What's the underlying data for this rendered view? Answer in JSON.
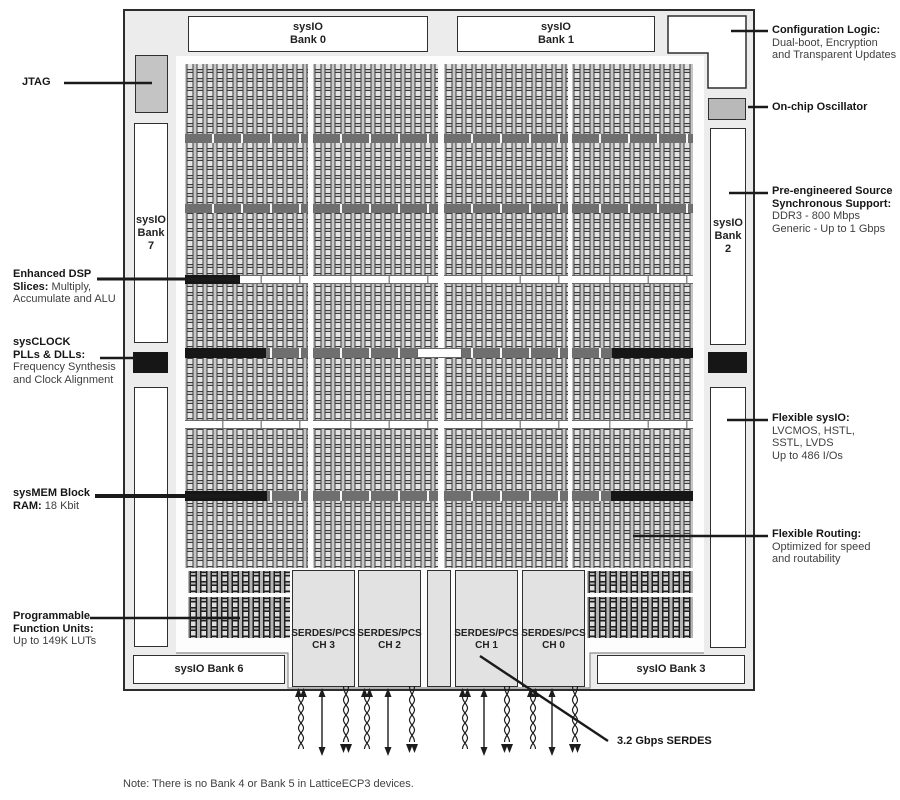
{
  "banks": {
    "bank0": {
      "l1": "sysIO",
      "l2": "Bank 0"
    },
    "bank1": {
      "l1": "sysIO",
      "l2": "Bank 1"
    },
    "bank7": {
      "l1": "sysIO",
      "l2": "Bank",
      "l3": "7"
    },
    "bank2": {
      "l1": "sysIO",
      "l2": "Bank",
      "l3": "2"
    },
    "bank6": {
      "label": "sysIO Bank 6"
    },
    "bank3": {
      "label": "sysIO Bank 3"
    }
  },
  "serdes": {
    "channels": [
      {
        "l1": "SERDES/PCS",
        "l2": "CH 3"
      },
      {
        "l1": "SERDES/PCS",
        "l2": "CH 2"
      },
      {
        "l1": "SERDES/PCS",
        "l2": "CH 1"
      },
      {
        "l1": "SERDES/PCS",
        "l2": "CH 0"
      }
    ]
  },
  "callouts": {
    "jtag": {
      "title": "JTAG"
    },
    "config": {
      "title": "Configuration Logic:",
      "line1": "Dual-boot, Encryption",
      "line2": "and Transparent Updates"
    },
    "osc": {
      "title": "On-chip Oscillator"
    },
    "preeng": {
      "title1": "Pre-engineered Source",
      "title2": "Synchronous Support:",
      "line1": "DDR3 - 800 Mbps",
      "line2": "Generic - Up to 1 Gbps"
    },
    "dsp": {
      "title1": "Enhanced DSP",
      "title2": "Slices:",
      "inline": "Multiply,",
      "line1": "Accumulate and ALU"
    },
    "sysclock": {
      "title1": "sysCLOCK",
      "title2": "PLLs & DLLs:",
      "line1": "Frequency Synthesis",
      "line2": "and Clock Alignment"
    },
    "flexio": {
      "title": "Flexible sysIO:",
      "line1": "LVCMOS, HSTL,",
      "line2": "SSTL, LVDS",
      "line3": "Up to 486 I/Os"
    },
    "sysmem": {
      "title1": "sysMEM Block",
      "title2": "RAM:",
      "inline": "18 Kbit"
    },
    "routing": {
      "title": "Flexible Routing:",
      "line1": "Optimized for speed",
      "line2": "and routability"
    },
    "pfu": {
      "title1": "Programmable",
      "title2": "Function Units:",
      "line1": "Up to 149K LUTs"
    },
    "serdes_speed": {
      "title": "3.2 Gbps SERDES"
    }
  },
  "note": "Note: There is no Bank 4 or Bank 5 in LatticeECP3 devices.",
  "colors": {
    "chip_bg": "#ececec",
    "box_white": "#ffffff",
    "block_gray": "#c4c4c4",
    "bar_gray": "#6f6f6f",
    "bar_black": "#161616",
    "serdes_fill": "#e2e2e2",
    "line": "#1a1a1a",
    "text": "#3f3f3f"
  }
}
